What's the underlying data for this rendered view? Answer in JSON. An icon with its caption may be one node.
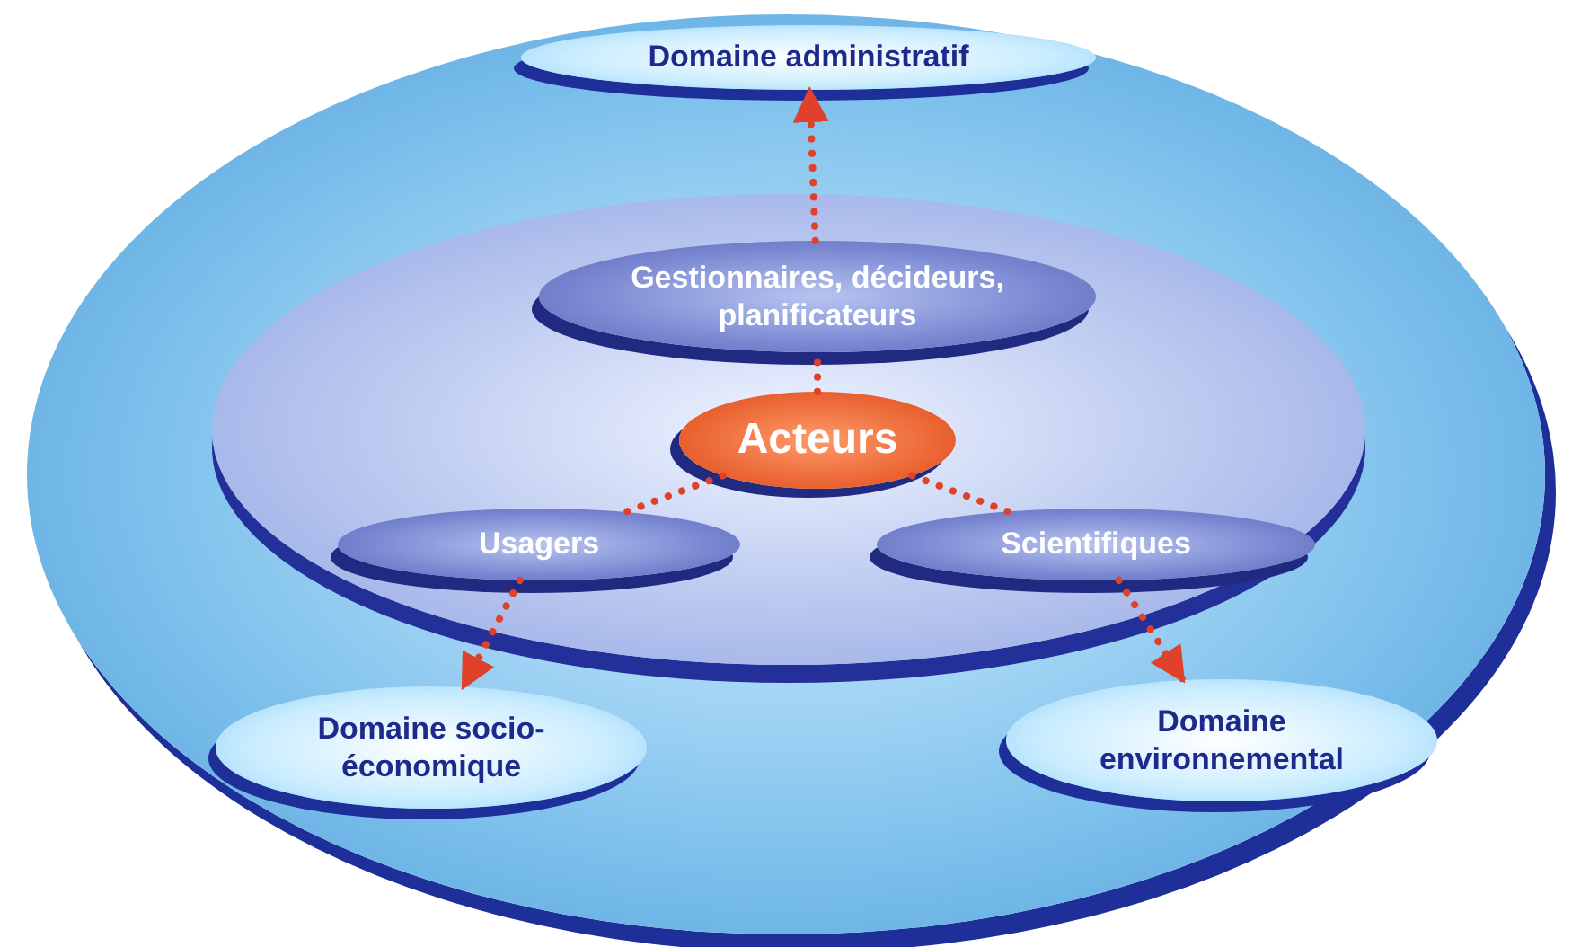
{
  "diagram": {
    "nodes": [
      {
        "text": [],
        "shape": "ellipse"
      },
      {
        "text": [
          "Domaine administratif"
        ],
        "in": 0
      },
      {
        "text": [],
        "shape": "ellipse",
        "in": 0
      },
      {
        "text": [
          "Gestionnaires, décideurs, planificateurs"
        ],
        "in": 2
      },
      {
        "text": [
          "Acteurs"
        ],
        "in": 2
      },
      {
        "text": [
          "Usagers"
        ],
        "in": 2
      },
      {
        "text": [
          "Scientifiques"
        ],
        "in": 2
      },
      {
        "text": [
          "Domaine socio-économique"
        ],
        "in": 0
      },
      {
        "text": [
          "Domaine environnemental"
        ],
        "in": 0
      }
    ],
    "edges": [
      {
        "from": 4,
        "to": 3,
        "arrow": "none"
      },
      {
        "from": 3,
        "to": 1,
        "arrow": "to"
      },
      {
        "from": 4,
        "to": 5,
        "arrow": "none"
      },
      {
        "from": 4,
        "to": 6,
        "arrow": "none"
      },
      {
        "from": 5,
        "to": 7,
        "arrow": "to"
      },
      {
        "from": 6,
        "to": 8,
        "arrow": "to"
      }
    ]
  }
}
